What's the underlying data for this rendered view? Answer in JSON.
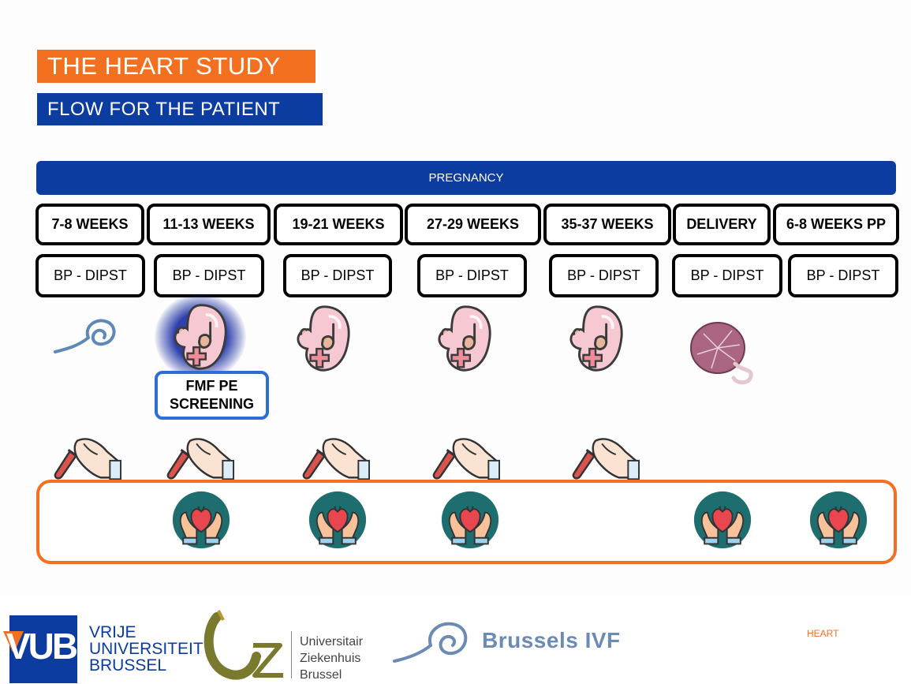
{
  "title": "THE HEART STUDY",
  "subtitle": "FLOW FOR THE PATIENT",
  "pregnancy_label": "PREGNANCY",
  "timepoints": [
    {
      "week": "7-8 WEEKS",
      "test": "BP - DIPST"
    },
    {
      "week": "11-13 WEEKS",
      "test": "BP - DIPST"
    },
    {
      "week": "19-21 WEEKS",
      "test": "BP - DIPST"
    },
    {
      "week": "27-29 WEEKS",
      "test": "BP - DIPST"
    },
    {
      "week": "35-37 WEEKS",
      "test": "BP - DIPST"
    },
    {
      "week": "DELIVERY",
      "test": "BP - DIPST"
    },
    {
      "week": "6-8 WEEKS PP",
      "test": "BP - DIPST"
    }
  ],
  "fmf_label_line1": "FMF PE",
  "fmf_label_line2": "SCREENING",
  "icons": {
    "early_stage": "sperm-icon",
    "fetus": "fetus-icon",
    "delivery": "placenta-icon",
    "blood_test": "blood-tube-hand-icon",
    "heart_care": "heart-in-hands-icon"
  },
  "footer": {
    "vub_logo": "VUB",
    "vub_line1": "VRIJE",
    "vub_line2": "UNIVERSITEIT",
    "vub_line3": "BRUSSEL",
    "uz_logo": "UZ",
    "uz_line1": "Universitair",
    "uz_line2": "Ziekenhuis",
    "uz_line3": "Brussel",
    "bivf": "Brussels IVF",
    "tag": "HEART"
  },
  "colors": {
    "orange": "#f37021",
    "blue": "#0c3c9f",
    "highlight": "#2b6fd6"
  }
}
